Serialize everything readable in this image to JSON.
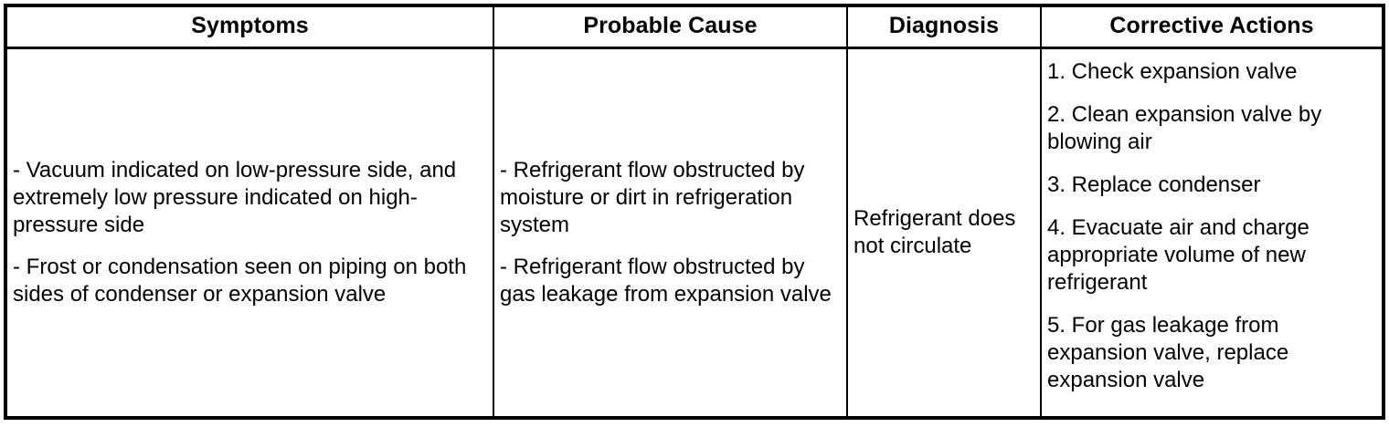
{
  "table": {
    "headers": [
      {
        "key": "symptoms",
        "label": "Symptoms"
      },
      {
        "key": "cause",
        "label": "Probable Cause"
      },
      {
        "key": "diagnosis",
        "label": "Diagnosis"
      },
      {
        "key": "actions",
        "label": "Corrective Actions"
      }
    ],
    "rows": [
      {
        "symptoms": [
          "- Vacuum indicated on low-pressure side, and extremely low pressure indicated on high-pressure side",
          "- Frost or condensation seen on piping on both sides of condenser or expansion valve"
        ],
        "cause": [
          "- Refrigerant flow obstructed by moisture or dirt in refrigeration system",
          "- Refrigerant flow obstructed by gas leakage from expansion valve"
        ],
        "diagnosis": [
          "Refrigerant does not circulate"
        ],
        "actions": [
          "1. Check expansion valve",
          "2. Clean expansion valve by blowing air",
          "3. Replace condenser",
          "4. Evacuate air and charge appropriate volume of new refrigerant",
          "5. For gas leakage from expansion valve, replace expansion valve"
        ]
      }
    ]
  },
  "colors": {
    "border": "#000000",
    "text": "#000000",
    "background": "#ffffff"
  }
}
